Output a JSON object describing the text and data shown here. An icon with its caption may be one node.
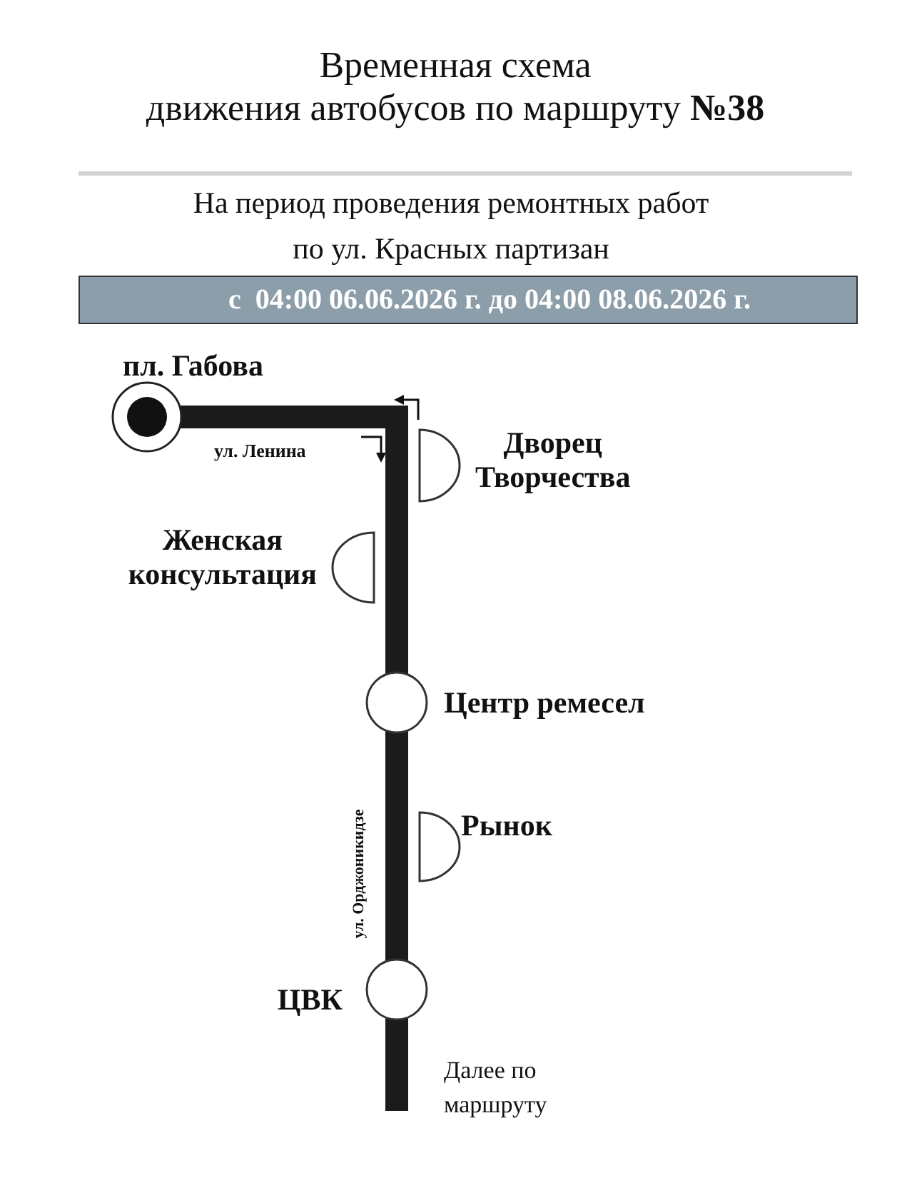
{
  "diagram": {
    "title": "Временная схема движения автобусов по маршруту **№38**",
    "nodes": [
      {
        "text": [
          "пл. Габова"
        ]
      },
      {
        "text": [
          "Дворец Творчества"
        ]
      },
      {
        "text": [
          "Женская консультация"
        ]
      },
      {
        "text": [
          "Центр ремесел"
        ]
      },
      {
        "text": [
          "Рынок"
        ]
      },
      {
        "text": [
          "ЦВК"
        ]
      }
    ],
    "edges": [
      {
        "from": 0,
        "to": 3,
        "arrow": "none"
      },
      {
        "from": 3,
        "to": 5,
        "arrow": "none"
      },
      {
        "from": 5,
        "to": null,
        "arrow": "none"
      }
    ],
    "labels": [
      "На период проведения ремонтных работ по ул. Красных партизан",
      "с  04:00 06.06.2026 г. до 04:00 08.06.2026 г.",
      "ул. Ленина",
      "ул. Орджоникидзе",
      "Далее по маршруту"
    ]
  }
}
